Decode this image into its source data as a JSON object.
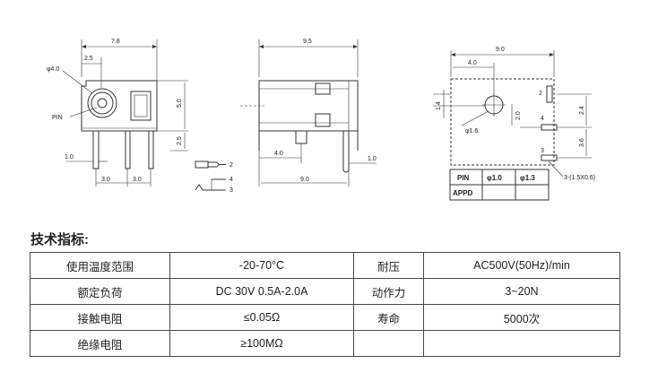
{
  "drawing": {
    "front_view": {
      "width": "7.8",
      "offset_top": "2.5",
      "hole_dia": "φ4.0",
      "pin_label": "PIN",
      "height_upper": "5.0",
      "height_lower": "2.5",
      "pin_width": "1.0",
      "pin_spacing_a": "3.0",
      "pin_spacing_b": "3.0"
    },
    "side_view": {
      "width": "9.5",
      "pin_offset": "4.0",
      "pin_width": "1.0",
      "base_width": "9.0"
    },
    "schematic": {
      "pin_2": "2",
      "pin_4": "4",
      "pin_3": "3"
    },
    "pcb_layout": {
      "width": "9.0",
      "hole_offset": "4.0",
      "left_dim": "1.4",
      "hole_dia": "φ1.6",
      "pad_dim": "2.0",
      "right_upper": "2.4",
      "right_lower": "3.6",
      "pad_2": "2",
      "pad_4": "4",
      "pad_3": "3",
      "slot_note": "3-(1.5X0.6)"
    },
    "pin_table": {
      "header_pin": "PIN",
      "col_1": "φ1.0",
      "col_2": "φ1.3",
      "row_label": "APPD"
    }
  },
  "heading": "技术指标:",
  "specs": {
    "rows": [
      [
        "使用温度范围",
        "-20-70°C",
        "耐压",
        "AC500V(50Hz)/min"
      ],
      [
        "额定负荷",
        "DC 30V 0.5A-2.0A",
        "动作力",
        "3~20N"
      ],
      [
        "接触电阻",
        "≤0.05Ω",
        "寿命",
        "5000次"
      ],
      [
        "绝缘电阻",
        "≥100MΩ",
        "",
        ""
      ]
    ]
  },
  "colors": {
    "line": "#333333",
    "border": "#4a4a4a",
    "text": "#222222"
  }
}
